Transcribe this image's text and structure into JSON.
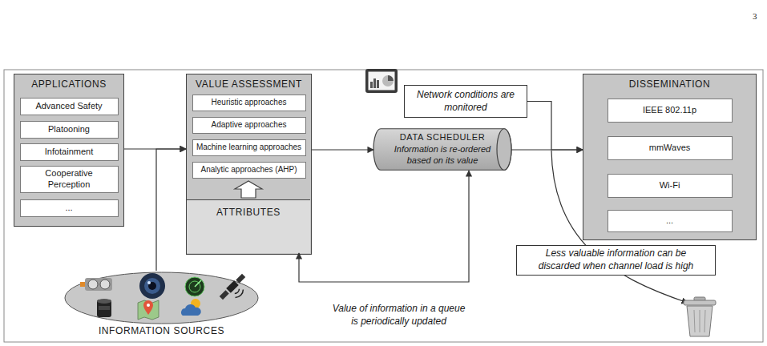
{
  "diagram": {
    "nodes": [
      {
        "text": [
          "APPLICATIONS"
        ]
      },
      {
        "text": [
          "Advanced Safety"
        ],
        "in": 0
      },
      {
        "text": [
          "Platooning"
        ],
        "in": 0
      },
      {
        "text": [
          "Infotainment"
        ],
        "in": 0
      },
      {
        "text": [
          "Cooperative Perception"
        ],
        "in": 0
      },
      {
        "text": [
          "..."
        ],
        "in": 0
      },
      {
        "text": [
          "VALUE ASSESSMENT"
        ]
      },
      {
        "text": [
          "Heuristic approaches"
        ],
        "in": 6
      },
      {
        "text": [
          "Adaptive approaches"
        ],
        "in": 6
      },
      {
        "text": [
          "Machine learning approaches"
        ],
        "in": 6
      },
      {
        "text": [
          "Analytic approaches (AHP)"
        ],
        "in": 6
      },
      {
        "text": [
          "ATTRIBUTES"
        ],
        "in": 6
      },
      {
        "text": [
          "Network conditions are monitored"
        ]
      },
      {
        "text": [
          "DATA SCHEDULER",
          "Information is re-ordered based on its value"
        ]
      },
      {
        "text": [
          "DISSEMINATION"
        ]
      },
      {
        "text": [
          "IEEE 802.11p"
        ],
        "in": 14
      },
      {
        "text": [
          "mmWaves"
        ],
        "in": 14
      },
      {
        "text": [
          "Wi-Fi"
        ],
        "in": 14
      },
      {
        "text": [
          "..."
        ],
        "in": 14
      },
      {
        "text": [
          "Less valuable information can be discarded when channel load is high"
        ]
      },
      {
        "text": [
          "INFORMATION SOURCES"
        ]
      }
    ],
    "edges": [
      {
        "from": 0,
        "to": 6,
        "arrow": "to"
      },
      {
        "from": 20,
        "to": 6,
        "arrow": "to"
      },
      {
        "from": 6,
        "to": 13,
        "arrow": "to"
      },
      {
        "from": 13,
        "to": 11,
        "arrow": "both"
      },
      {
        "from": 13,
        "to": 14,
        "arrow": "to"
      },
      {
        "from": 12,
        "to": 14,
        "arrow": "to"
      }
    ],
    "labels": [
      "3",
      "Value of information in a queue is periodically updated"
    ]
  }
}
